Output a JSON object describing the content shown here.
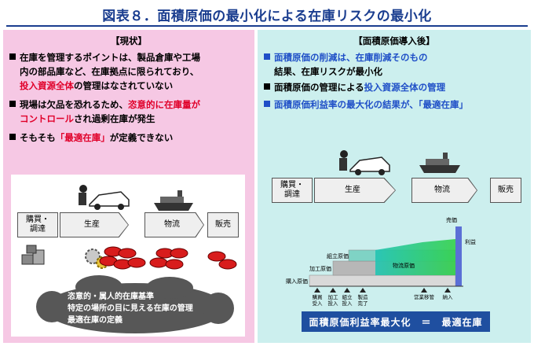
{
  "title": "図表８．面積原価の最小化による在庫リスクの最小化",
  "left": {
    "head": "【現状】",
    "bullet1": {
      "l1": "在庫を管理するポイントは、製品倉庫や工場",
      "l2": "内の部品庫など、在庫拠点に限られており、",
      "l3_red": "投入資源全体",
      "l3_rest": "の管理はなされていない"
    },
    "bullet2": {
      "l1_plain": "現場は欠品を恐れるため、",
      "l1_red": "恣意的に在庫量が",
      "l2_red": "コントロール",
      "l2_rest": "され過剰在庫が発生"
    },
    "bullet3": {
      "plain1": "そもそも",
      "red": "「最適在庫」",
      "plain2": "が定義できない"
    },
    "process": {
      "s1a": "購買・",
      "s1b": "調達",
      "s2": "生産",
      "s3": "物流",
      "s4": "販売"
    },
    "cloud": {
      "l1": "恣意的・属人的在庫基準",
      "l2": "特定の場所の目に見える在庫の管理",
      "l3": "最適在庫の定義"
    }
  },
  "right": {
    "head": "【面積原価導入後】",
    "bullet1": {
      "l1": "面積原価の削減は、在庫削減そのもの",
      "l2": "結果、在庫リスクが最小化"
    },
    "bullet2": {
      "plain": "面積原価の管理による",
      "blue": "投入資源全体の管理"
    },
    "bullet3": "面積原価利益率の最大化の結果が、「最適在庫」",
    "process": {
      "s1a": "購買・",
      "s1b": "調達",
      "s2": "生産",
      "s3": "物流",
      "s4": "販売"
    },
    "chart": {
      "layers": {
        "purchase": "購入原価",
        "process": "加工原価",
        "assembly": "組立原価",
        "logistics": "物流原価",
        "price": "売価",
        "profit": "利益"
      },
      "milestones": {
        "m1a": "購買",
        "m1b": "受入",
        "m2a": "加工",
        "m2b": "投入",
        "m3a": "組立",
        "m3b": "投入",
        "m4a": "製造",
        "m4b": "完了",
        "m5": "営業移管",
        "m6": "納入"
      }
    },
    "result": "面積原価利益率最大化　＝　最適在庫"
  },
  "colors": {
    "title": "#1a3d8f",
    "left_bg": "#f6c8e4",
    "right_bg": "#ccefee",
    "red": "#e0002a",
    "blue": "#1f4fc7",
    "result_bg": "#1f4fa0"
  }
}
